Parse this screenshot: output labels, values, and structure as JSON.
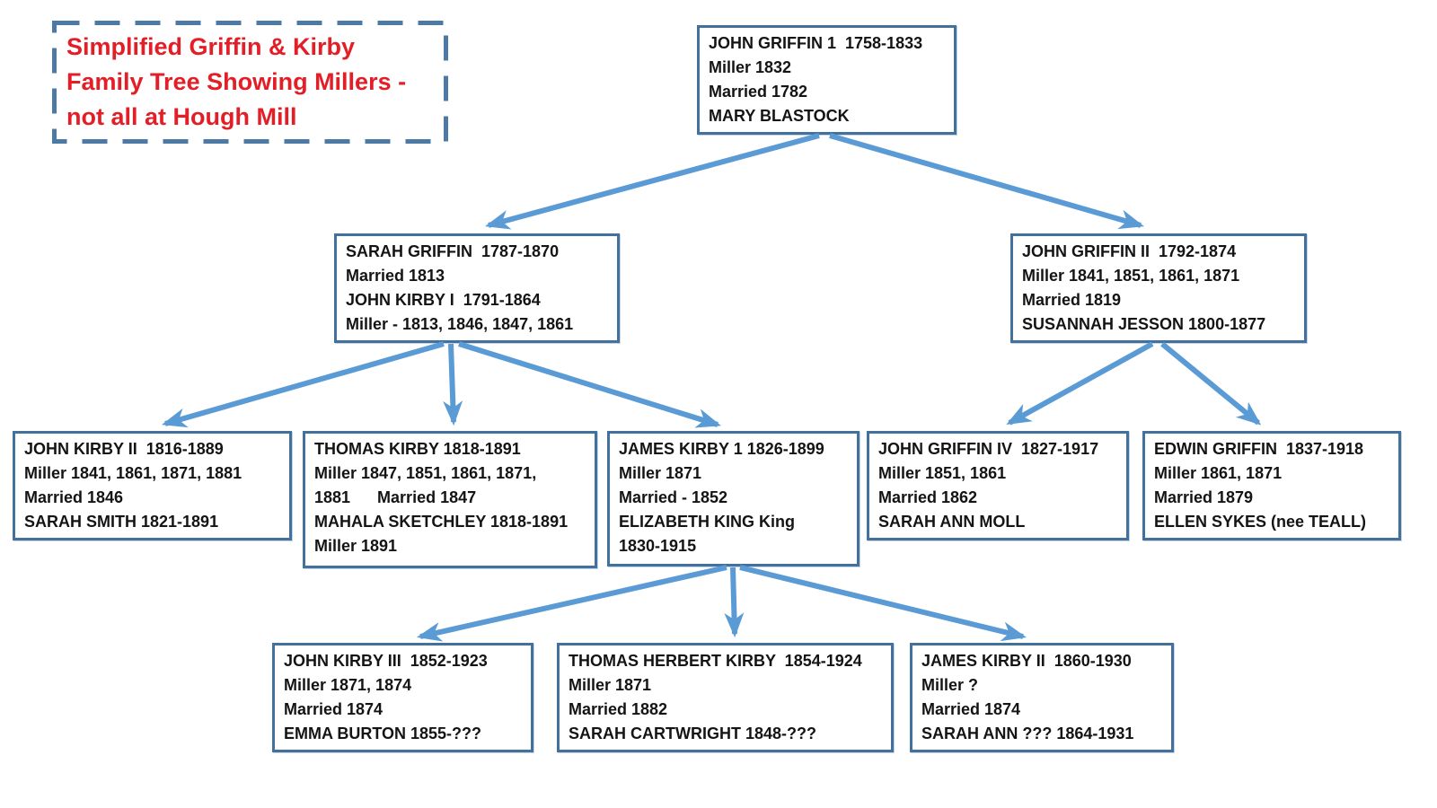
{
  "title": {
    "lines": [
      "Simplified Griffin & Kirby",
      "Family Tree Showing Millers -",
      "not all at Hough Mill"
    ]
  },
  "colors": {
    "arrow_blue": "#5B9BD5",
    "box_border_blue": "#41719C",
    "title_text_red": "#E31E26",
    "title_border_blue": "#4D7AA5",
    "text_black": "#141414",
    "background": "#FFFFFF"
  },
  "nodes": {
    "john_griffin_1": {
      "lines": [
        "JOHN GRIFFIN 1  1758-1833",
        "Miller 1832",
        "Married 1782",
        "MARY BLASTOCK"
      ]
    },
    "sarah_griffin": {
      "lines": [
        "SARAH GRIFFIN  1787-1870",
        "Married 1813",
        "JOHN KIRBY I  1791-1864",
        "Miller - 1813, 1846, 1847, 1861"
      ]
    },
    "john_griffin_2": {
      "lines": [
        "JOHN GRIFFIN II  1792-1874",
        "Miller 1841, 1851, 1861, 1871",
        "Married 1819",
        "SUSANNAH JESSON 1800-1877"
      ]
    },
    "john_kirby_2": {
      "lines": [
        "JOHN KIRBY II  1816-1889",
        "Miller 1841, 1861, 1871, 1881",
        "Married 1846",
        "SARAH SMITH 1821-1891"
      ]
    },
    "thomas_kirby": {
      "lines": [
        "THOMAS KIRBY 1818-1891",
        "Miller 1847, 1851, 1861, 1871,",
        "1881      Married 1847",
        "MAHALA SKETCHLEY 1818-1891",
        "Miller 1891"
      ]
    },
    "james_kirby_1": {
      "lines": [
        "JAMES KIRBY 1 1826-1899",
        "Miller 1871",
        "Married - 1852",
        "ELIZABETH KING King",
        "1830-1915"
      ]
    },
    "john_griffin_4": {
      "lines": [
        "JOHN GRIFFIN IV  1827-1917",
        "Miller 1851, 1861",
        "Married 1862",
        "SARAH ANN MOLL"
      ]
    },
    "edwin_griffin": {
      "lines": [
        "EDWIN GRIFFIN  1837-1918",
        "Miller 1861, 1871",
        "Married 1879",
        "ELLEN SYKES (nee TEALL)"
      ]
    },
    "john_kirby_3": {
      "lines": [
        "JOHN KIRBY III  1852-1923",
        "Miller 1871, 1874",
        "Married 1874",
        "EMMA BURTON 1855-???"
      ]
    },
    "thomas_herbert_kirby": {
      "lines": [
        "THOMAS HERBERT KIRBY  1854-1924",
        "Miller 1871",
        "Married 1882",
        "SARAH CARTWRIGHT 1848-???"
      ]
    },
    "james_kirby_2": {
      "lines": [
        "JAMES KIRBY II  1860-1930",
        "Miller ?",
        "Married 1874",
        "SARAH ANN ??? 1864-1931"
      ]
    }
  },
  "edges": [
    {
      "from": "john_griffin_1",
      "to": "sarah_griffin"
    },
    {
      "from": "john_griffin_1",
      "to": "john_griffin_2"
    },
    {
      "from": "sarah_griffin",
      "to": "john_kirby_2"
    },
    {
      "from": "sarah_griffin",
      "to": "thomas_kirby"
    },
    {
      "from": "sarah_griffin",
      "to": "james_kirby_1"
    },
    {
      "from": "john_griffin_2",
      "to": "john_griffin_4"
    },
    {
      "from": "john_griffin_2",
      "to": "edwin_griffin"
    },
    {
      "from": "james_kirby_1",
      "to": "john_kirby_3"
    },
    {
      "from": "james_kirby_1",
      "to": "thomas_herbert_kirby"
    },
    {
      "from": "james_kirby_1",
      "to": "james_kirby_2"
    }
  ]
}
